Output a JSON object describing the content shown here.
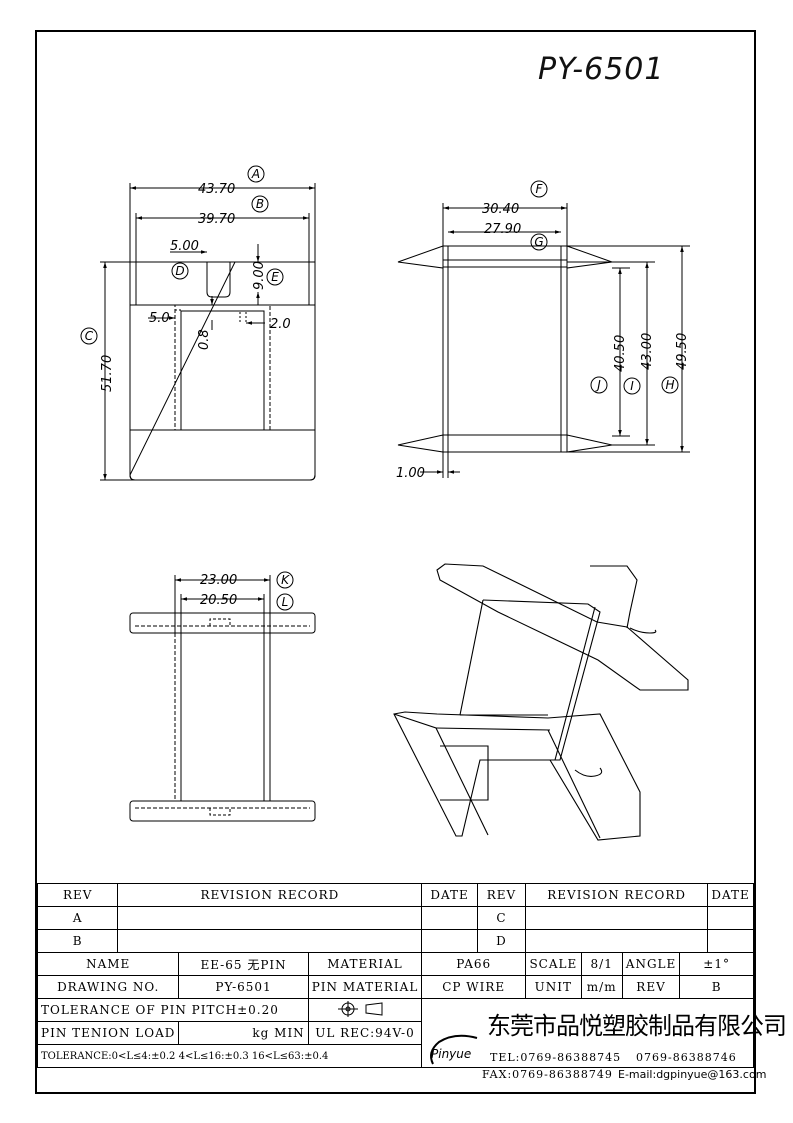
{
  "title": "PY-6501",
  "dims": {
    "d4370": "43.70",
    "d3970": "39.70",
    "d500": "5.00",
    "d900": "9.00",
    "d50": "5.0",
    "d08": "0.8",
    "d20": "2.0",
    "d5170": "51.70",
    "d3040": "30.40",
    "d2790": "27.90",
    "d4050": "40.50",
    "d4300": "43.00",
    "d4950": "49.50",
    "d100": "1.00",
    "d2300": "23.00",
    "d2050": "20.50"
  },
  "callouts": {
    "A": "A",
    "B": "B",
    "C": "C",
    "D": "D",
    "E": "E",
    "F": "F",
    "G": "G",
    "H": "H",
    "I": "I",
    "J": "J",
    "K": "K",
    "L": "L"
  },
  "revision": {
    "rev": "REV",
    "record": "REVISION RECORD",
    "date": "DATE",
    "rows": [
      [
        "A",
        "",
        "",
        "C",
        "",
        ""
      ],
      [
        "B",
        "",
        "",
        "D",
        "",
        ""
      ]
    ]
  },
  "titleblock": {
    "name_label": "NAME",
    "name": "EE-65 无PIN",
    "material_label": "MATERIAL",
    "material": "PA66",
    "scale_label": "SCALE",
    "scale": "8/1",
    "angle_label": "ANGLE",
    "angle": "±1°",
    "drawing_no_label": "DRAWING NO.",
    "drawing_no": "PY-6501",
    "pin_material_label": "PIN MATERIAL",
    "pin_material": "CP WIRE",
    "unit_label": "UNIT",
    "unit": "m/m",
    "rev_label": "REV",
    "rev": "B",
    "tol_pitch": "TOLERANCE OF PIN PITCH±0.20",
    "pin_tension": "PIN TENION LOAD",
    "pin_tension_unit": "kg MIN",
    "ul_rec": "UL REC:94V-0",
    "tolerance": "TOLERANCE:0<L≤4:±0.2  4<L≤16:±0.3  16<L≤63:±0.4"
  },
  "company": {
    "name": "东莞市品悦塑胶制品有限公司",
    "logo": "Pinyue",
    "tel": "TEL:0769-86388745",
    "tel2": "0769-86388746",
    "fax": "FAX:0769-86388749",
    "email": "E-mail:dgpinyue@163.com"
  }
}
